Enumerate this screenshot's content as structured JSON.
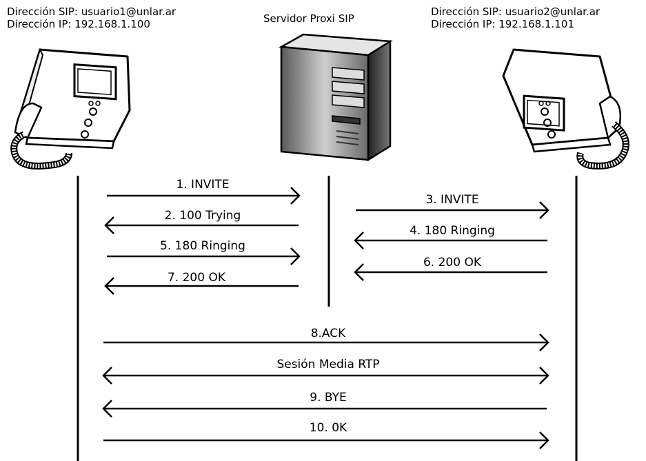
{
  "caller": {
    "sip_address": "Dirección SIP: usuario1@unlar.ar",
    "ip_address": "Dirección IP: 192.168.1.100"
  },
  "callee": {
    "sip_address": "Dirección SIP: usuario2@unlar.ar",
    "ip_address": "Dirección IP: 192.168.1.101"
  },
  "server": {
    "title": "Servidor Proxi SIP"
  },
  "messages": [
    {
      "label": "1. INVITE"
    },
    {
      "label": "2. 100 Trying"
    },
    {
      "label": "5. 180 Ringing"
    },
    {
      "label": "7. 200 OK"
    },
    {
      "label": "3. INVITE"
    },
    {
      "label": "4. 180 Ringing"
    },
    {
      "label": "6. 200 OK"
    },
    {
      "label": "8.ACK"
    },
    {
      "label": "Sesión Media RTP"
    },
    {
      "label": "9. BYE"
    },
    {
      "label": "10. 0K"
    }
  ]
}
